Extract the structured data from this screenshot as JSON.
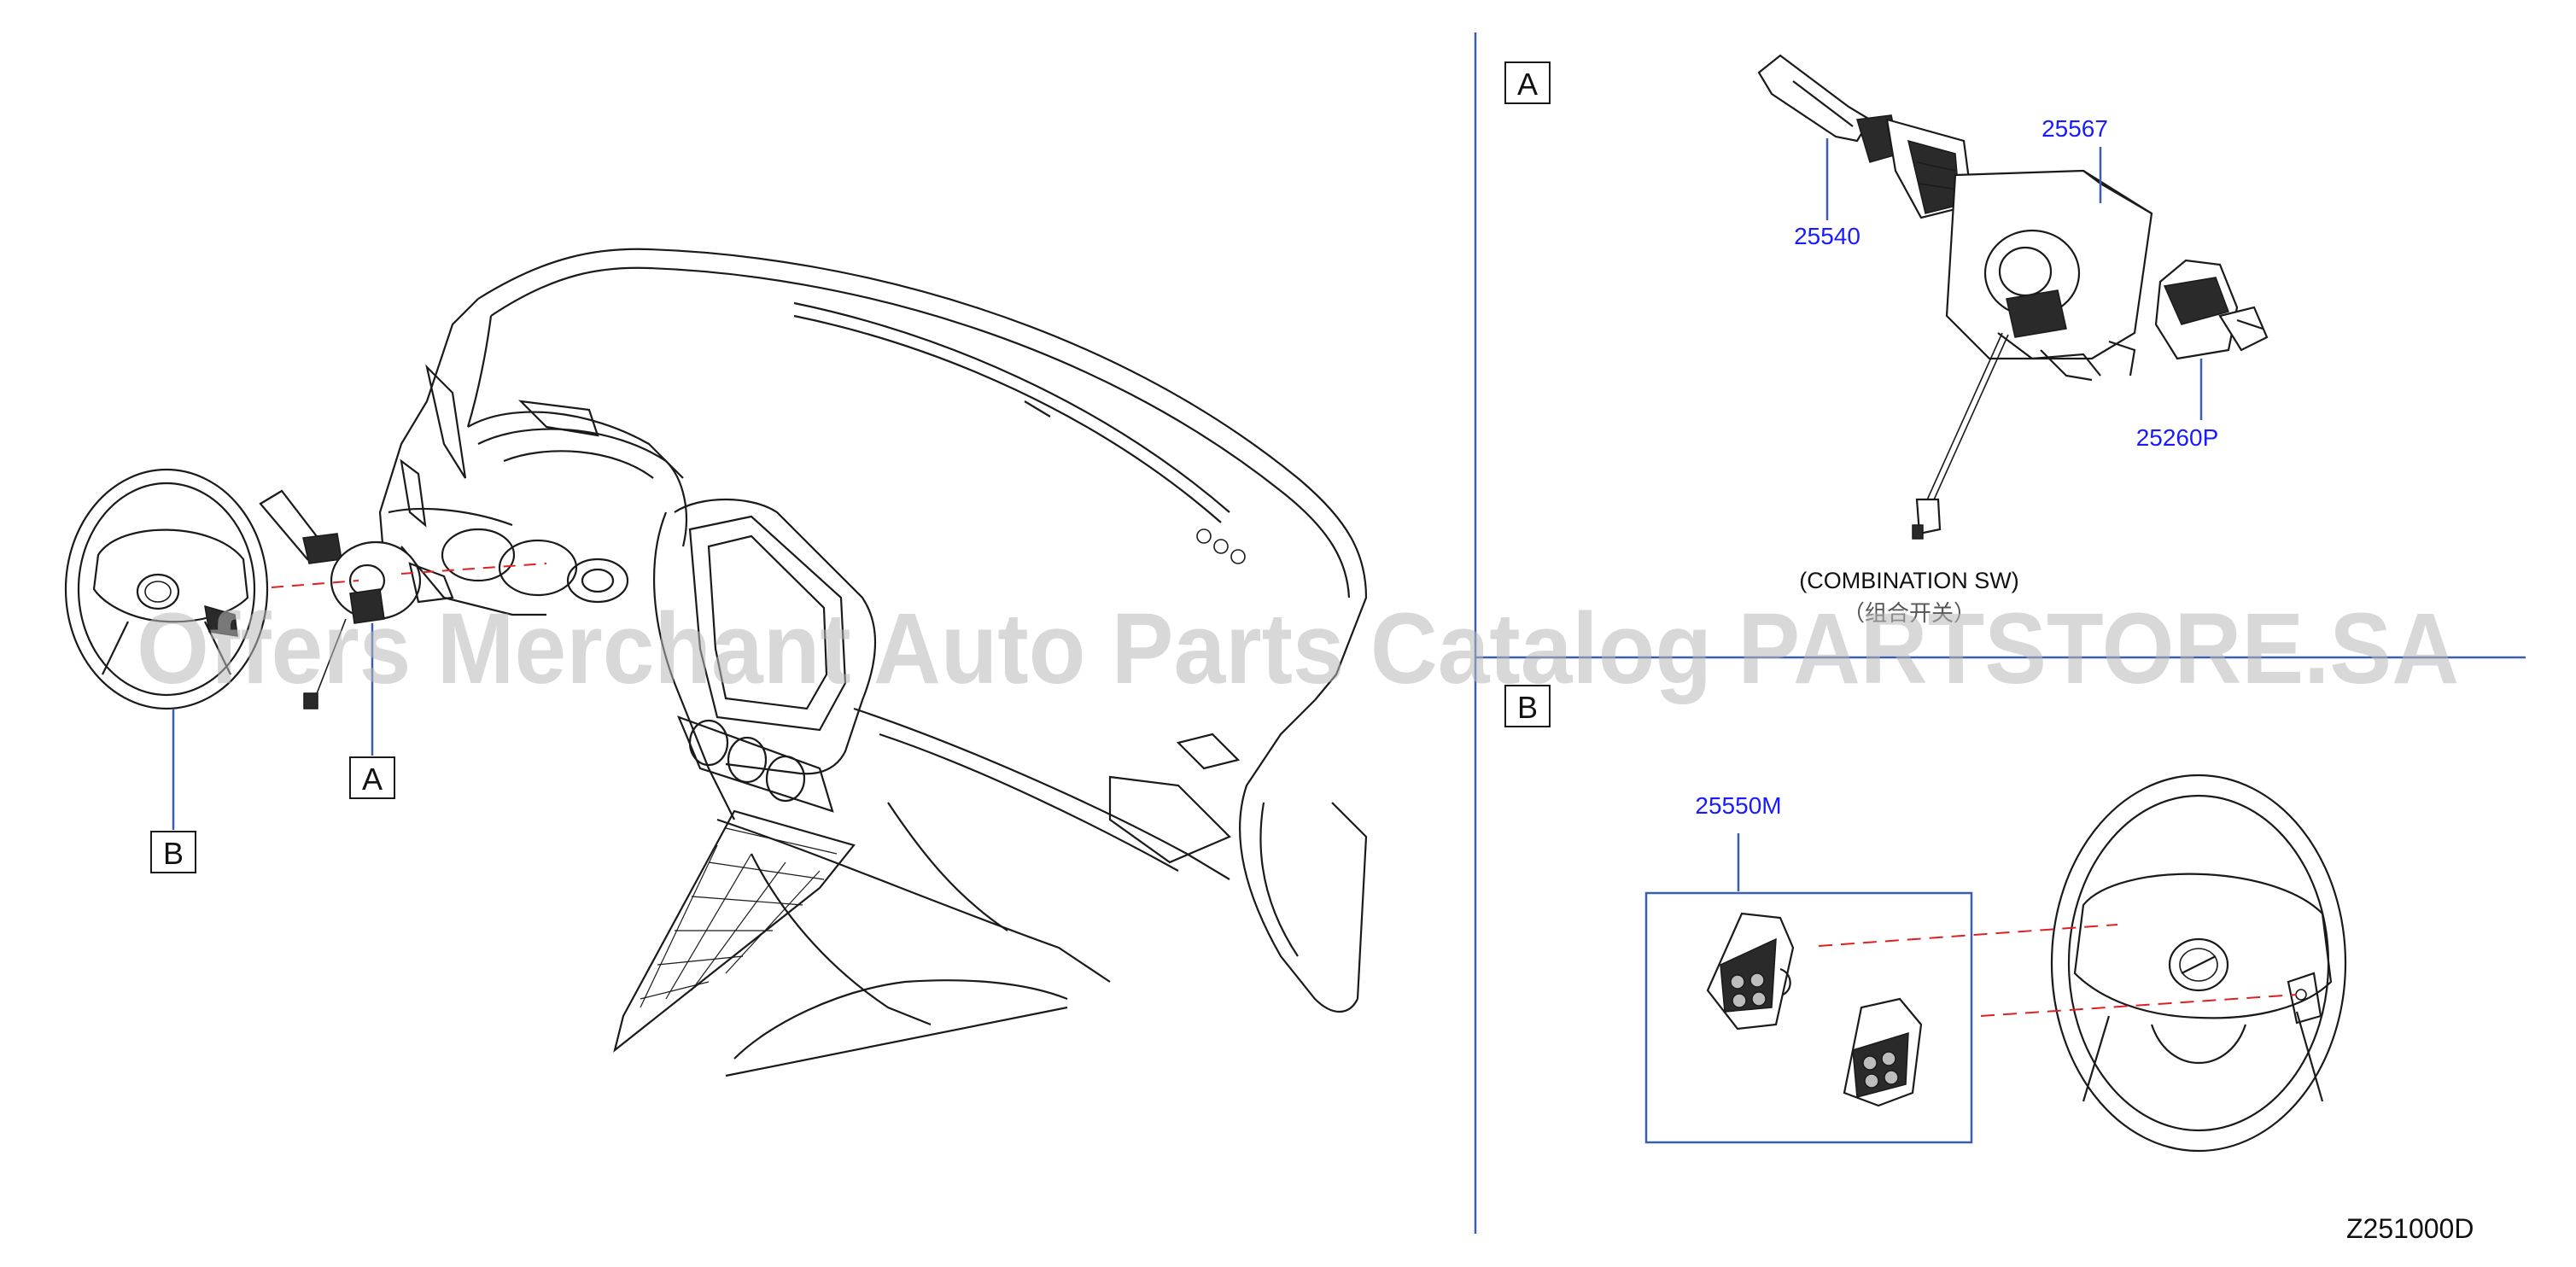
{
  "colors": {
    "divider": "#3a5fb0",
    "leader": "#3a5fb0",
    "part_number": "#1a1aff",
    "dashed_guide": "#e02020",
    "watermark": "#b8b8b8"
  },
  "overview": {
    "callout_a": "A",
    "callout_b": "B"
  },
  "section_a": {
    "label": "A",
    "parts": {
      "p25540": "25540",
      "p25567": "25567",
      "p25260p": "25260P"
    },
    "caption": "(COMBINATION   SW)",
    "caption_cn": "（组合开关）"
  },
  "section_b": {
    "label": "B",
    "parts": {
      "p25550m": "25550M"
    }
  },
  "diagram_code": "Z251000D",
  "watermark": "Offers Merchant Auto Parts Catalog PARTSTORE.SA"
}
